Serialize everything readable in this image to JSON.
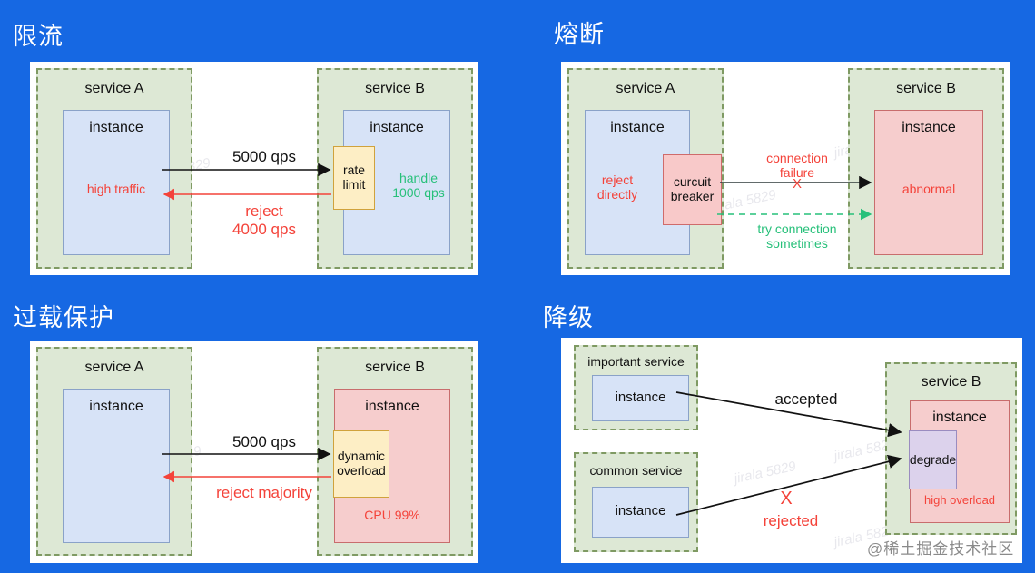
{
  "page": {
    "background_color": "#1668e3",
    "watermark": "@稀土掘金技术社区",
    "faint_watermark": "jirala 5829"
  },
  "colors": {
    "background": "#1668e3",
    "panel": "#ffffff",
    "service_fill": "#dde8d5",
    "service_border": "#7f9a63",
    "instance_fill": "#d7e3f7",
    "instance_border": "#8aa2c8",
    "instance_red_fill": "#f6cdcd",
    "instance_red_border": "#c86d6d",
    "yellow_fill": "#fdeec5",
    "yellow_border": "#d0a23c",
    "pink_fill": "#f8c9c9",
    "pink_border": "#cf6b6b",
    "purple_fill": "#dcd2ec",
    "purple_border": "#9a8cc0",
    "red_text": "#f4433a",
    "green_text": "#27c07a",
    "black_text": "#111111",
    "title_text": "#ffffff"
  },
  "quadrants": [
    {
      "id": "rate-limiting",
      "title": "限流",
      "service_a": {
        "label": "service A",
        "instance_label": "instance",
        "instance_note": "high traffic"
      },
      "service_b": {
        "label": "service B",
        "instance_label": "instance",
        "subbox": "rate\nlimit",
        "subbox_line1": "rate",
        "subbox_line2": "limit",
        "instance_note_line1": "handle",
        "instance_note_line2": "1000 qps"
      },
      "arrow_forward_label": "5000 qps",
      "arrow_back_label_line1": "reject",
      "arrow_back_label_line2": "4000 qps"
    },
    {
      "id": "circuit-breaking",
      "title": "熔断",
      "service_a": {
        "label": "service A",
        "instance_label": "instance",
        "instance_note_line1": "reject",
        "instance_note_line2": "directly",
        "subbox_line1": "curcuit",
        "subbox_line2": "breaker"
      },
      "service_b": {
        "label": "service B",
        "instance_label": "instance",
        "instance_note": "abnormal"
      },
      "arrow_failure_line1": "connection",
      "arrow_failure_line2": "failure",
      "failure_mark": "X",
      "arrow_retry_line1": "try connection",
      "arrow_retry_line2": "sometimes"
    },
    {
      "id": "overload-protection",
      "title": "过载保护",
      "service_a": {
        "label": "service A",
        "instance_label": "instance"
      },
      "service_b": {
        "label": "service B",
        "instance_label": "instance",
        "subbox_line1": "dynamic",
        "subbox_line2": "overload",
        "instance_note": "CPU 99%"
      },
      "arrow_forward_label": "5000 qps",
      "arrow_back_label": "reject majority"
    },
    {
      "id": "degradation",
      "title": "降级",
      "important_service": {
        "label": "important service",
        "instance_label": "instance"
      },
      "common_service": {
        "label": "common service",
        "instance_label": "instance"
      },
      "service_b": {
        "label": "service B",
        "instance_label": "instance",
        "subbox": "degrade",
        "instance_note": "high overload"
      },
      "arrow_accepted_label": "accepted",
      "arrow_rejected_label": "rejected",
      "rejected_mark": "X"
    }
  ]
}
